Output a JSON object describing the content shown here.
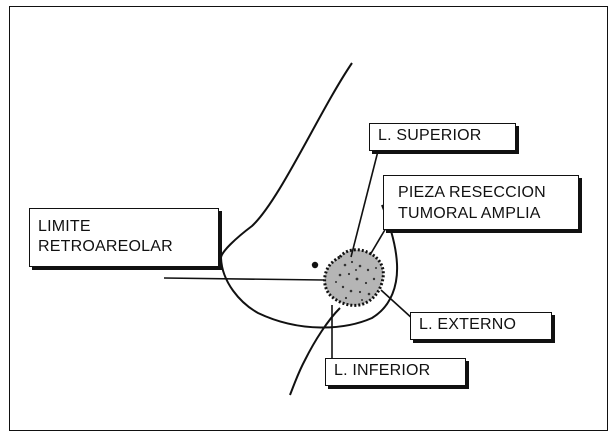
{
  "diagram": {
    "labels": {
      "superior": "L. SUPERIOR",
      "pieza": "PIEZA RESECCION\nTUMORAL AMPLIA",
      "limite": "LIMITE\nRETROAREOLAR",
      "externo": "L. EXTERNO",
      "inferior": "L. INFERIOR"
    },
    "colors": {
      "ink": "#111111",
      "background": "#ffffff"
    }
  }
}
